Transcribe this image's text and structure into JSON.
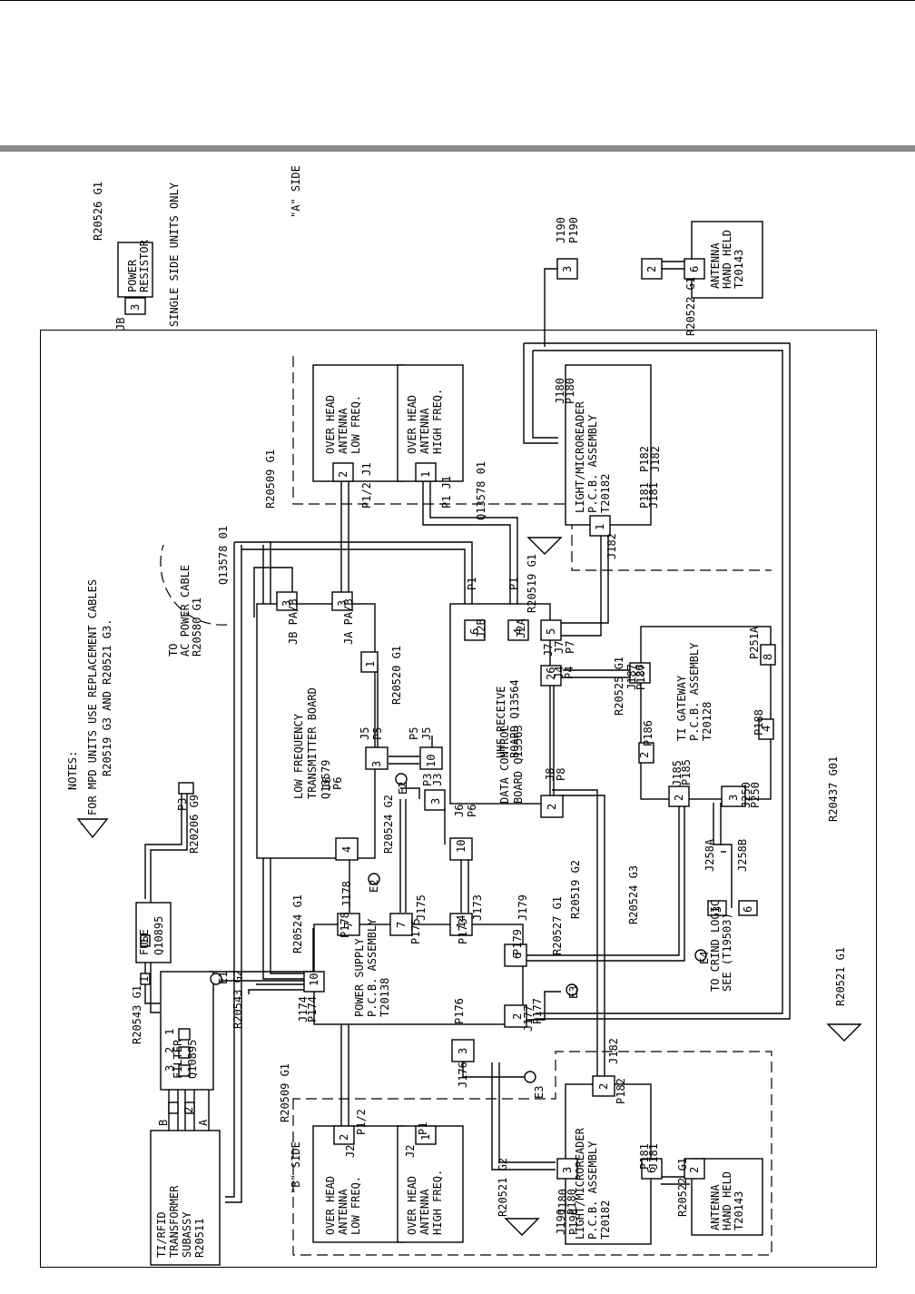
{
  "notes": {
    "heading": "NOTES:",
    "marker": "1",
    "line1": "FOR MPD UNITS USE REPLACEMENT CABLES",
    "line2": "R20519 G3 AND R20521 G3."
  },
  "sides": {
    "a": "\"A\" SIDE",
    "b": "\"B\" SIDE"
  },
  "single_side": "SINGLE SIDE UNITS ONLY",
  "to_ac": [
    "TO",
    "AC POWER CABLE",
    "R20580 G1"
  ],
  "crind": [
    "TO CRIND LOGIC",
    "SEE (T19503)"
  ],
  "boards": {
    "power_resistor": [
      "POWER",
      "RESISTOR"
    ],
    "fuse": [
      "FUSE",
      "Q10895"
    ],
    "filter": [
      "FILTER",
      "Q10895"
    ],
    "transformer": [
      "TI/RFID",
      "TRANSFORMER",
      "SUBASSY",
      "R20511"
    ],
    "lf_board": [
      "LOW FREQUENCY",
      "TRANSMITTER BOARD",
      "Q13579"
    ],
    "uhf_board": [
      "UHF RECEIVE",
      "BOARD Q13564"
    ],
    "data_board": [
      "DATA CONTROL",
      "BOARD Q13563"
    ],
    "power_supply": [
      "POWER SUPPLY",
      "P.C.B. ASSEMBLY",
      "T20138"
    ],
    "gateway": [
      "TI GATEWAY",
      "P.C.B. ASSEMBLY",
      "T20128"
    ],
    "light_a": [
      "LIGHT/MICROREADER",
      "P.C.B. ASSEMBLY",
      "T20182"
    ],
    "light_b": [
      "LIGHT/MICROREADER",
      "P.C.B. ASSEMBLY",
      "T20182"
    ],
    "ant_hh_a": [
      "ANTENNA",
      "HAND HELD",
      "T20143"
    ],
    "ant_hh_b": [
      "ANTENNA",
      "HAND HELD",
      "T20143"
    ],
    "ant_low_a": [
      "OVER HEAD",
      "ANTENNA",
      "LOW FREQ."
    ],
    "ant_high_a": [
      "OVER HEAD",
      "ANTENNA",
      "HIGH FREQ."
    ],
    "ant_low_b": [
      "OVER HEAD",
      "ANTENNA",
      "LOW FREQ."
    ],
    "ant_high_b": [
      "OVER HEAD",
      "ANTENNA",
      "HIGH FREQ."
    ]
  },
  "cable_labels": [
    "R20526 G1",
    "Q13578 01",
    "R20509 G1",
    "Q13578 01",
    "R20519 G1",
    "R20522 G1",
    "R20206 G9",
    "R20520 G1",
    "R20524 G2",
    "R20525 G1",
    "R20543 G1",
    "R20543 G2",
    "R20524 G1",
    "R20527 G1",
    "R20519 G2",
    "R20524 G3",
    "R20437 G01",
    "R20521 G1",
    "R20509 G1",
    "R20521 G2",
    "R20522 G1"
  ],
  "pins": [
    "3",
    "3",
    "3",
    "2",
    "1",
    "3",
    "2",
    "6",
    "1",
    "1",
    "6",
    "4",
    "5",
    "26",
    "26",
    "8",
    "3",
    "10",
    "3",
    "4",
    "10",
    "2",
    "2",
    "3",
    "3",
    "6",
    "7",
    "7",
    "14",
    "10",
    "4",
    "2",
    "6",
    "3",
    "2",
    "2",
    "2",
    "1",
    "1",
    "1",
    "3",
    "6",
    "2",
    "2"
  ],
  "refs": [
    "JB",
    "JB PA/B",
    "JA PA/B",
    "P1/2 J1",
    "P1 J1",
    "J180",
    "P180",
    "J190",
    "P190",
    "P181",
    "J181",
    "P182",
    "J182",
    "J182",
    "J7",
    "J2B",
    "P1",
    "J2A",
    "P1",
    "J7",
    "P7",
    "J187",
    "P187",
    "J4",
    "P4",
    "P251A",
    "J5",
    "P5",
    "P5",
    "J5",
    "P188",
    "P186",
    "J6",
    "P6",
    "E2",
    "P3",
    "J3",
    "J6",
    "P6",
    "J8",
    "P8",
    "J185",
    "P185",
    "J250",
    "P250",
    "J258A",
    "J258B",
    "P178",
    "J178",
    "E2",
    "P175",
    "J175",
    "J173",
    "P173",
    "J179",
    "P179",
    "J174",
    "P174",
    "E1",
    "E4",
    "P176",
    "J176",
    "J177",
    "P177",
    "E3",
    "E3",
    "J182",
    "P182",
    "J180",
    "P180",
    "J190",
    "P190",
    "P181",
    "J181",
    "J2",
    "P1/2",
    "J2",
    "P1",
    "P3",
    "B",
    "A",
    "1",
    "2",
    "3"
  ]
}
